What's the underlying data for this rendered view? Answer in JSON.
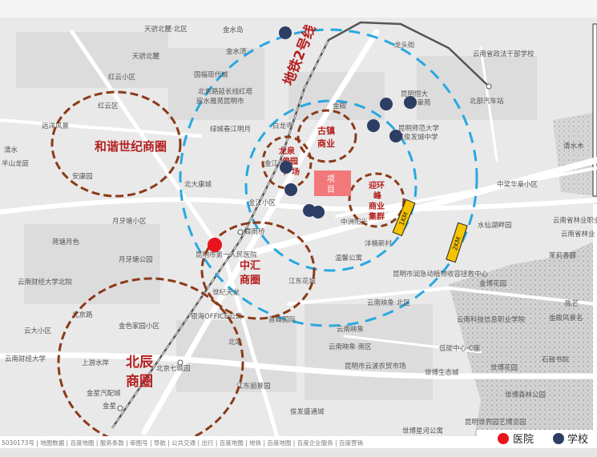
{
  "metro": {
    "label": "地铁2号线"
  },
  "zones": {
    "hexie": "和谐世纪商圈",
    "beichen_1": "北辰",
    "beichen_2": "商圈",
    "zhonghui_1": "中汇",
    "zhonghui_2": "商圈",
    "guzhen_1": "古镇",
    "guzhen_2": "商业",
    "longquan_1": "龙泉",
    "longquan_2": "俊园",
    "longquan_3": "广场",
    "lianmeng_1": "迎环",
    "lianmeng_2": "峰",
    "lianmeng_3": "商业",
    "lianmeng_4": "集群"
  },
  "project": {
    "line1": "项",
    "line2": "目"
  },
  "distance_tags": {
    "d1": "1KM",
    "d2": "2KM"
  },
  "legend": {
    "hospital": "医院",
    "school": "学校"
  },
  "colors": {
    "zone_ring": "#8b3a1a",
    "zone_text": "#b51f1f",
    "radius_ring": "#29a8e0",
    "project_box": "#f2787a",
    "school_dot": "#2c3e63",
    "hospital_dot": "#e8141c",
    "km_tag": "#f5c400"
  },
  "places": {
    "p1": "天骄北麓·北区",
    "p2": "天骄北麓",
    "p3": "金水湾",
    "p4": "国福现代城",
    "p5": "红云小区",
    "p6": "红云区",
    "p7": "远洋风景",
    "p8": "金水岛",
    "p9": "云南省政法干部学校",
    "p10": "龙头街",
    "p11": "北部汽车站",
    "p12": "昆明恒大",
    "p13": "华章苑",
    "p14": "昆明师范大学",
    "p15": "附属俊发城中学",
    "p16": "绿城春江明月",
    "p17": "北京路延长线红塔",
    "p18": "宸水雅苑昆明市",
    "p19": "清水木",
    "p20": "中梁华章小区",
    "p21": "安康园",
    "p22": "金江小区",
    "p23": "中洲阳光",
    "p24": "霖雨桥",
    "p25": "月牙塘小区",
    "p26": "荷塘月色",
    "p27": "月牙塘公园",
    "p28": "云南财经大学北院",
    "p29": "昆明市第一人民医院",
    "p30": "北大康城",
    "p31": "江东花城",
    "p32": "沣楠新村",
    "p33": "温馨公寓",
    "p34": "昆明市润急动植物收容拯救中心",
    "p35": "云南映象·北区",
    "p36": "云南省林业职业技术学院",
    "p37": "茉莉香郦",
    "p38": "金博花园",
    "p39": "陈芒",
    "p40": "金殿风景名",
    "p41": "云南科技信息职业学院",
    "p42": "水仙湖畔园",
    "p43": "银海OFFICE公寓",
    "p44": "世纪天龙",
    "p45": "普峰国际",
    "p46": "云南映象",
    "p47": "云南映象·南区",
    "p48": "北站",
    "p49": "金色家园小区",
    "p50": "云大小区",
    "p51": "上游水岸",
    "p52": "金星汽配城",
    "p53": "金星",
    "p54": "江东丽景园",
    "p55": "俊发盛通城",
    "p56": "昆明市云波农贸市场",
    "p57": "世博生态城",
    "p58": "低碳中心·C座",
    "p59": "石鼓书院",
    "p60": "世博森林公园",
    "p61": "世博花园",
    "p62": "北京七城园",
    "p63": "云南财经大学",
    "p64": "世博星河公寓",
    "p65": "昆明世界园艺博览园",
    "p66": "金殿",
    "p67": "北京路",
    "p68": "半山龙庭",
    "p69": "清水",
    "p70": "云南省林业",
    "p71": "金江小区",
    "p72": "白龙寺"
  },
  "bottom_strip": "5030173号 | 地图数据 | 百度地图 | 服务条款 | 审图号 | 导航 | 公共交通 | 出行 | 百度地图 | 地铁 | 百度地图 | 百度企业服务 | 百度营销"
}
